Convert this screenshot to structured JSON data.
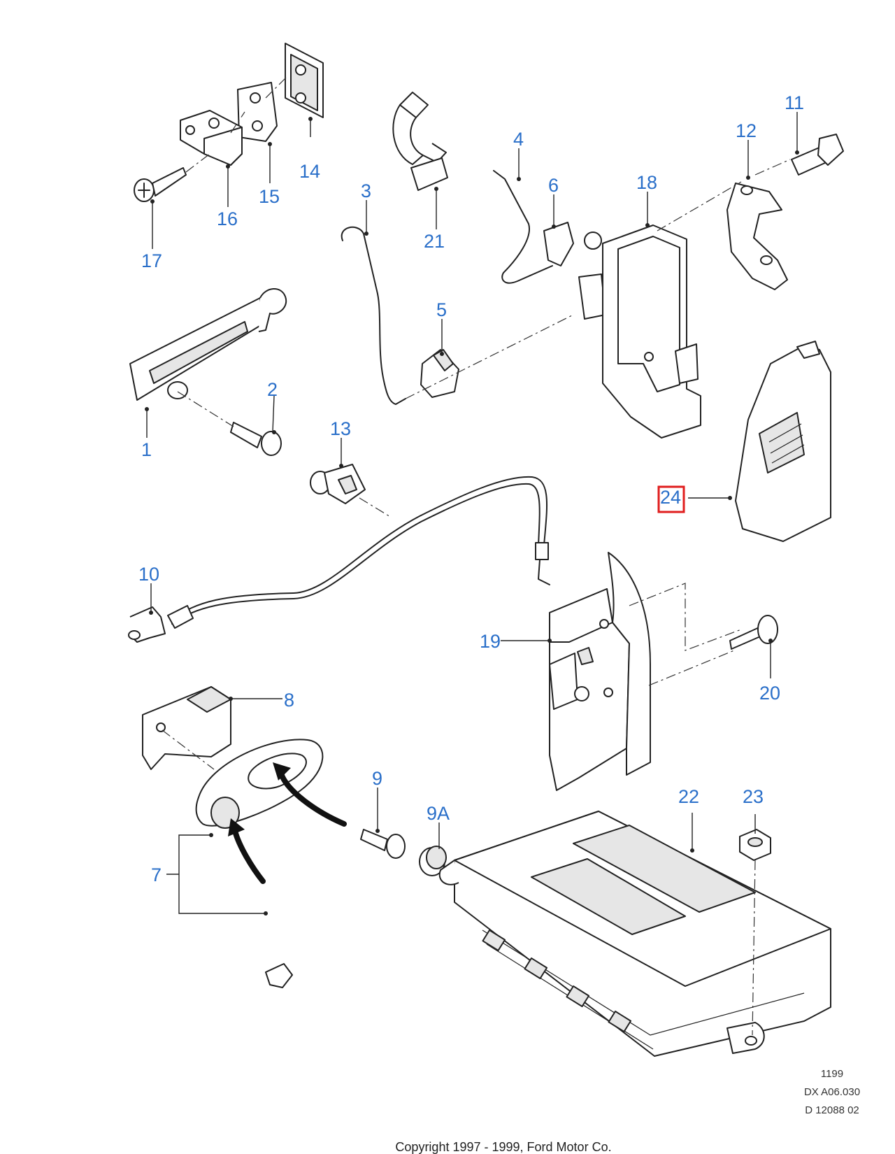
{
  "callouts": [
    {
      "id": "c1",
      "label": "1"
    },
    {
      "id": "c2",
      "label": "2"
    },
    {
      "id": "c3",
      "label": "3"
    },
    {
      "id": "c4",
      "label": "4"
    },
    {
      "id": "c5",
      "label": "5"
    },
    {
      "id": "c6",
      "label": "6"
    },
    {
      "id": "c7",
      "label": "7"
    },
    {
      "id": "c8",
      "label": "8"
    },
    {
      "id": "c9",
      "label": "9"
    },
    {
      "id": "c9a",
      "label": "9A"
    },
    {
      "id": "c10",
      "label": "10"
    },
    {
      "id": "c11",
      "label": "11"
    },
    {
      "id": "c12",
      "label": "12"
    },
    {
      "id": "c13",
      "label": "13"
    },
    {
      "id": "c14",
      "label": "14"
    },
    {
      "id": "c15",
      "label": "15"
    },
    {
      "id": "c16",
      "label": "16"
    },
    {
      "id": "c17",
      "label": "17"
    },
    {
      "id": "c18",
      "label": "18"
    },
    {
      "id": "c19",
      "label": "19"
    },
    {
      "id": "c20",
      "label": "20"
    },
    {
      "id": "c21",
      "label": "21"
    },
    {
      "id": "c22",
      "label": "22"
    },
    {
      "id": "c23",
      "label": "23"
    },
    {
      "id": "c24",
      "label": "24"
    }
  ],
  "highlight": {
    "callout": "24",
    "color": "#e01e1e"
  },
  "colors": {
    "callout": "#2a6fc9",
    "line": "#222222"
  },
  "reference": {
    "line1": "1199",
    "line2": "DX A06.030",
    "line3": "D 12088 02"
  },
  "copyright": "Copyright 1997 - 1999, Ford Motor Co."
}
